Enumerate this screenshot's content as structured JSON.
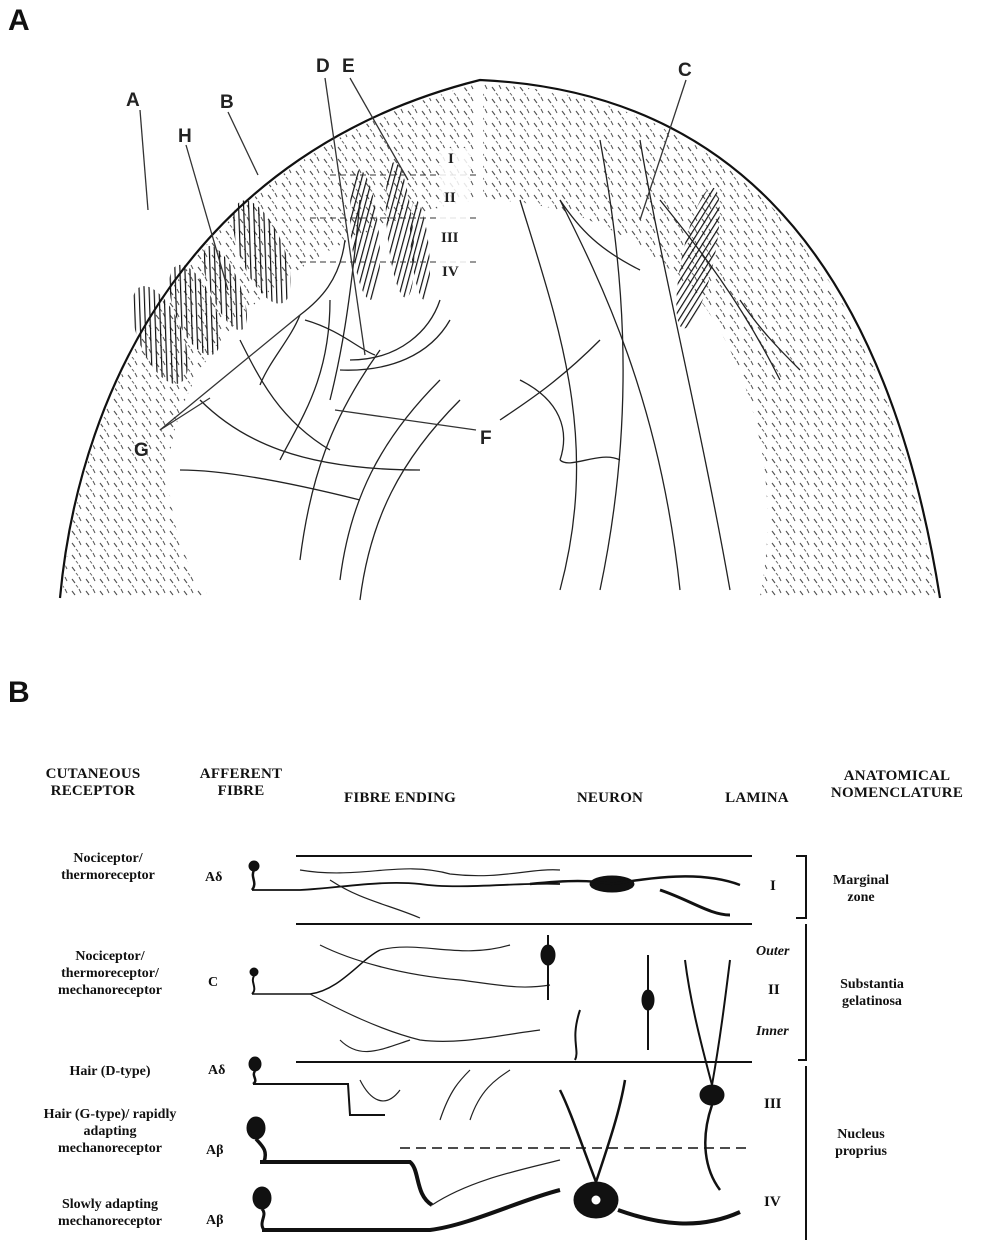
{
  "panel_a": {
    "letter": "A",
    "labels": [
      "A",
      "B",
      "C",
      "D",
      "E",
      "F",
      "G",
      "H"
    ],
    "laminae": [
      "I",
      "II",
      "III",
      "IV"
    ]
  },
  "panel_b": {
    "letter": "B",
    "headers": {
      "receptor": "CUTANEOUS RECEPTOR",
      "fibre": "AFFERENT FIBRE",
      "ending": "FIBRE ENDING",
      "neuron": "NEURON",
      "lamina": "LAMINA",
      "nomenclature": "ANATOMICAL NOMENCLATURE"
    },
    "rows": [
      {
        "receptor": "Nociceptor/ thermoreceptor",
        "fibre": "Aδ"
      },
      {
        "receptor": "Nociceptor/ thermoreceptor/ mechanoreceptor",
        "fibre": "C"
      },
      {
        "receptor": "Hair (D-type)",
        "fibre": "Aδ"
      },
      {
        "receptor": "Hair (G-type)/ rapidly adapting mechanoreceptor",
        "fibre": "Aβ"
      },
      {
        "receptor": "Slowly adapting mechanoreceptor",
        "fibre": "Aβ"
      }
    ],
    "laminae": {
      "I": "I",
      "outer": "Outer",
      "II": "II",
      "inner": "Inner",
      "III": "III",
      "IV": "IV"
    },
    "nomenclature": {
      "marginal": "Marginal zone",
      "gelatinosa": "Substantia gelatinosa",
      "proprius": "Nucleus proprius"
    }
  }
}
